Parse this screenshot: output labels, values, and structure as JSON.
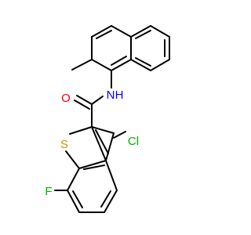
{
  "molecule": {
    "atoms": [
      {
        "id": "O",
        "label": "O",
        "color": "#ff0000"
      },
      {
        "id": "N",
        "label": "N",
        "color": "#0000ff"
      },
      {
        "id": "H",
        "label": "H",
        "color": "#0000ff"
      },
      {
        "id": "S",
        "label": "S",
        "color": "#b8a000"
      },
      {
        "id": "Cl",
        "label": "Cl",
        "color": "#00b000"
      },
      {
        "id": "F",
        "label": "F",
        "color": "#00b000"
      }
    ],
    "bond_color": "#000000"
  }
}
